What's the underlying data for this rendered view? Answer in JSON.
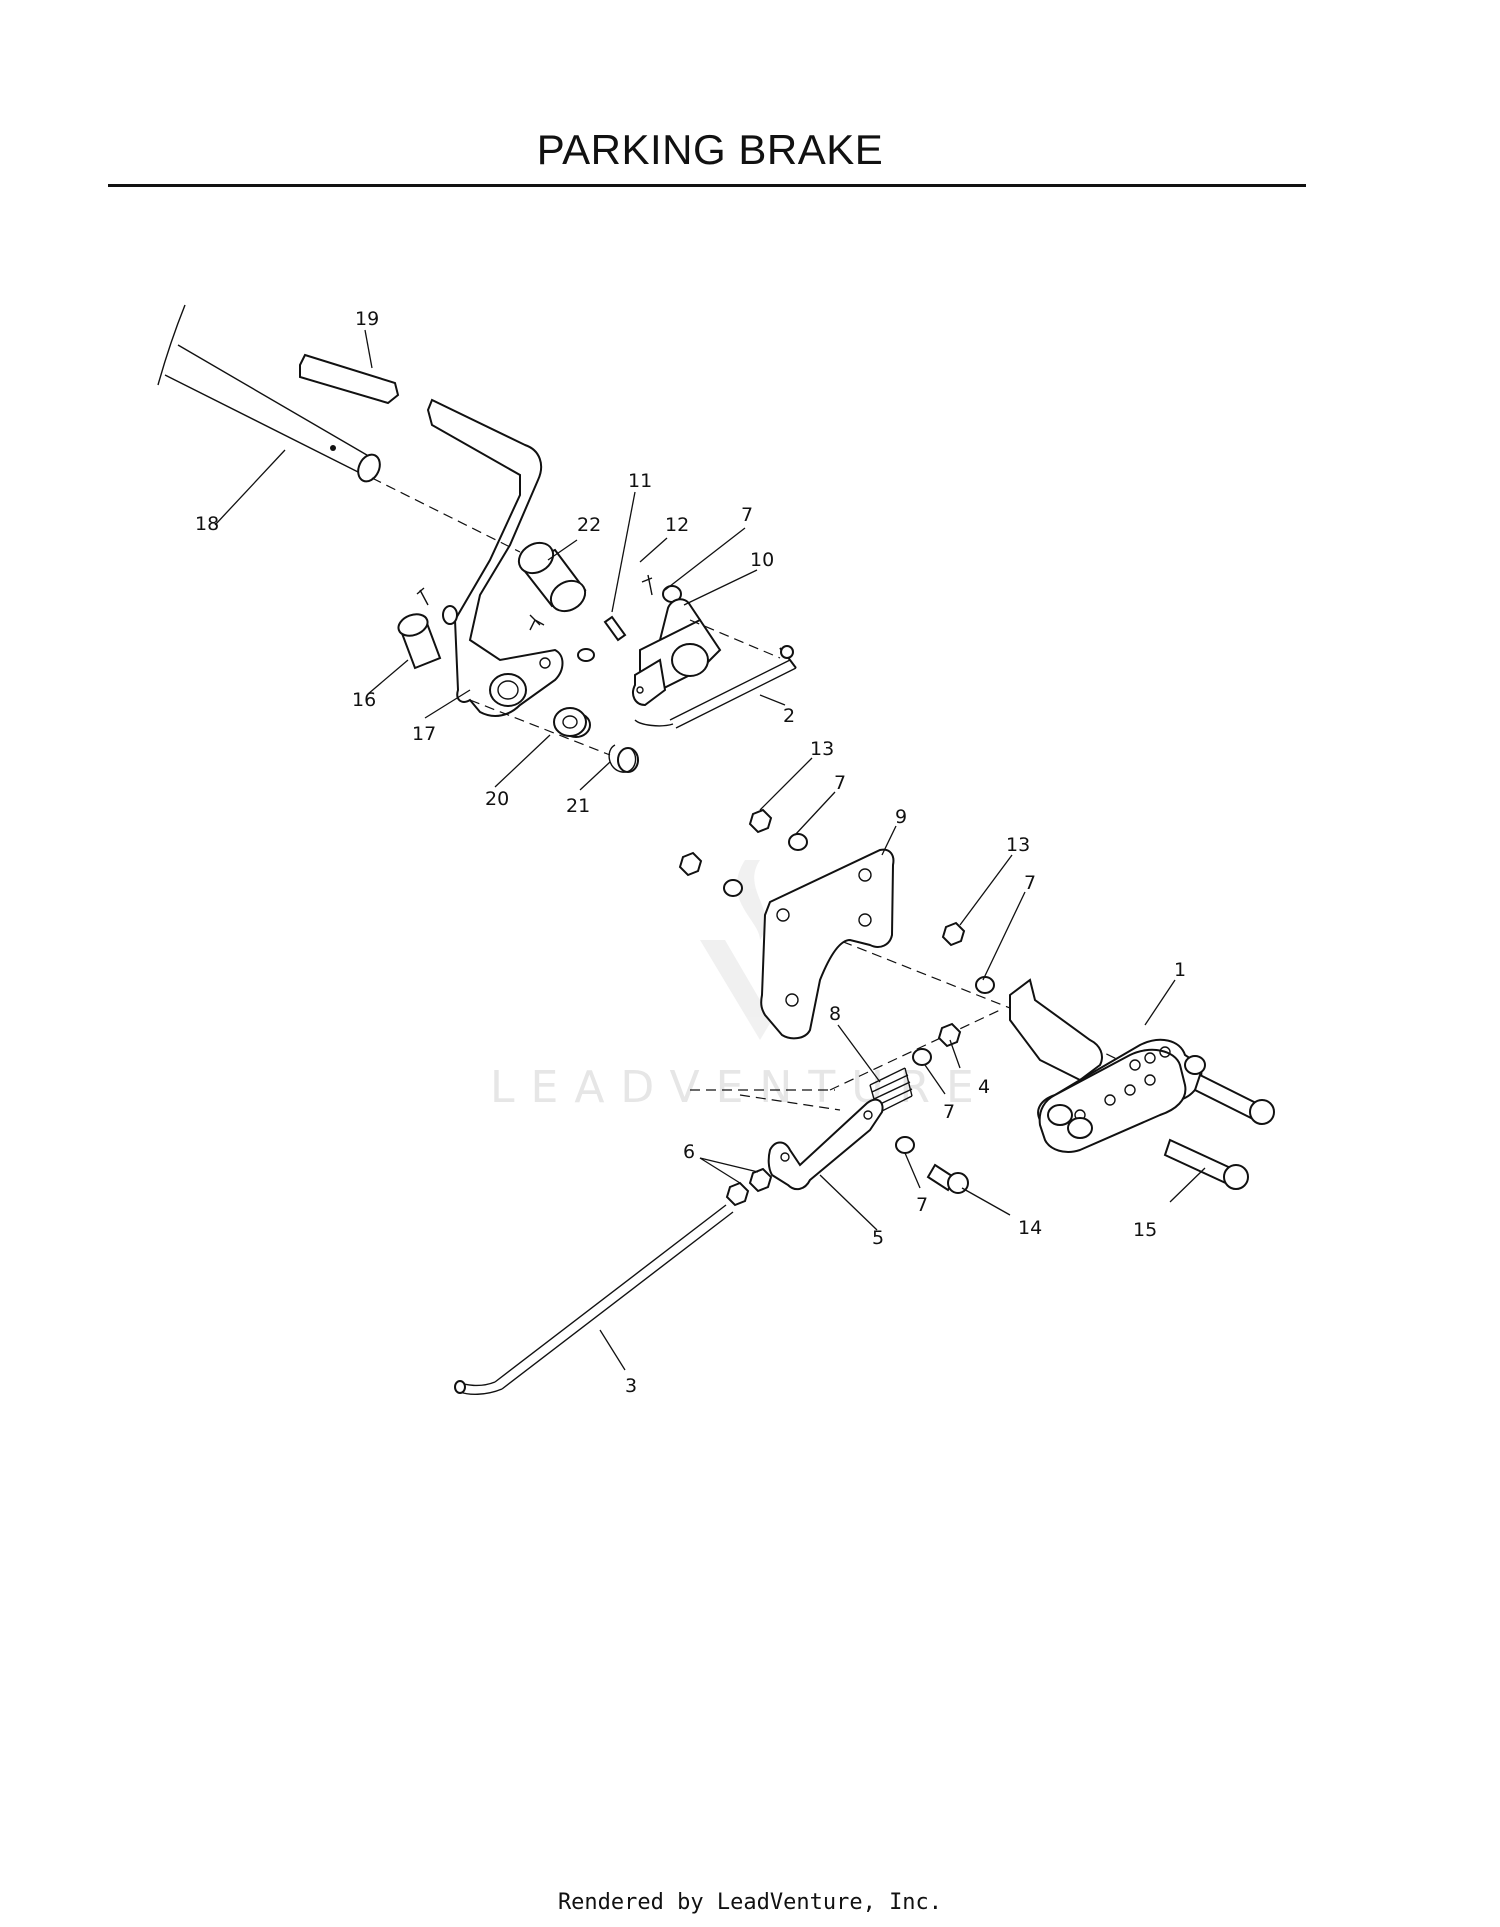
{
  "page": {
    "title": "PARKING BRAKE",
    "watermark": "LEADVENTURE",
    "footer": "Rendered by LeadVenture, Inc."
  },
  "callouts": {
    "c1": "1",
    "c2": "2",
    "c3": "3",
    "c4": "4",
    "c5": "5",
    "c6": "6",
    "c7a": "7",
    "c7b": "7",
    "c7c": "7",
    "c7d": "7",
    "c7e": "7",
    "c8": "8",
    "c9": "9",
    "c10": "10",
    "c11": "11",
    "c12": "12",
    "c13a": "13",
    "c13b": "13",
    "c14": "14",
    "c15": "15",
    "c16": "16",
    "c17": "17",
    "c18": "18",
    "c19": "19",
    "c20": "20",
    "c21": "21",
    "c22": "22"
  }
}
